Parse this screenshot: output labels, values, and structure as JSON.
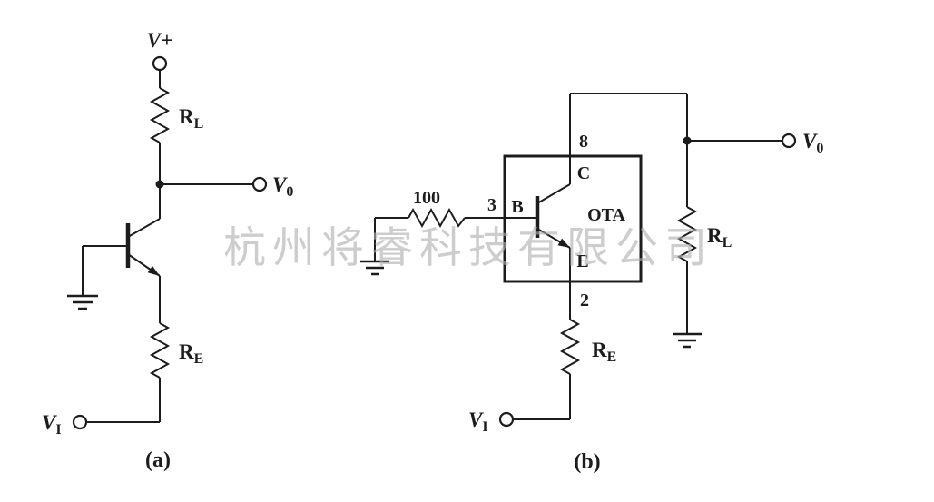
{
  "watermark": "杭州将睿科技有限公司",
  "colors": {
    "ink": "#1c1c1c",
    "wm-color": "#b0b0b0"
  },
  "circuit_a": {
    "caption": "(a)",
    "supply_label": "V+",
    "output": {
      "base": "V",
      "sub": "0"
    },
    "load_resistor": {
      "base": "R",
      "sub": "L"
    },
    "emitter_resistor": {
      "base": "R",
      "sub": "E"
    },
    "input": {
      "base": "V",
      "sub": "I"
    }
  },
  "circuit_b": {
    "caption": "(b)",
    "ota_label": "OTA",
    "pin_collector": "8",
    "pin_base": "3",
    "pin_emitter": "2",
    "terminal_collector": "C",
    "terminal_base": "B",
    "terminal_emitter": "E",
    "base_resistor_value": "100",
    "output": {
      "base": "V",
      "sub": "0"
    },
    "load_resistor": {
      "base": "R",
      "sub": "L"
    },
    "emitter_resistor": {
      "base": "R",
      "sub": "E"
    },
    "input": {
      "base": "V",
      "sub": "I"
    }
  }
}
